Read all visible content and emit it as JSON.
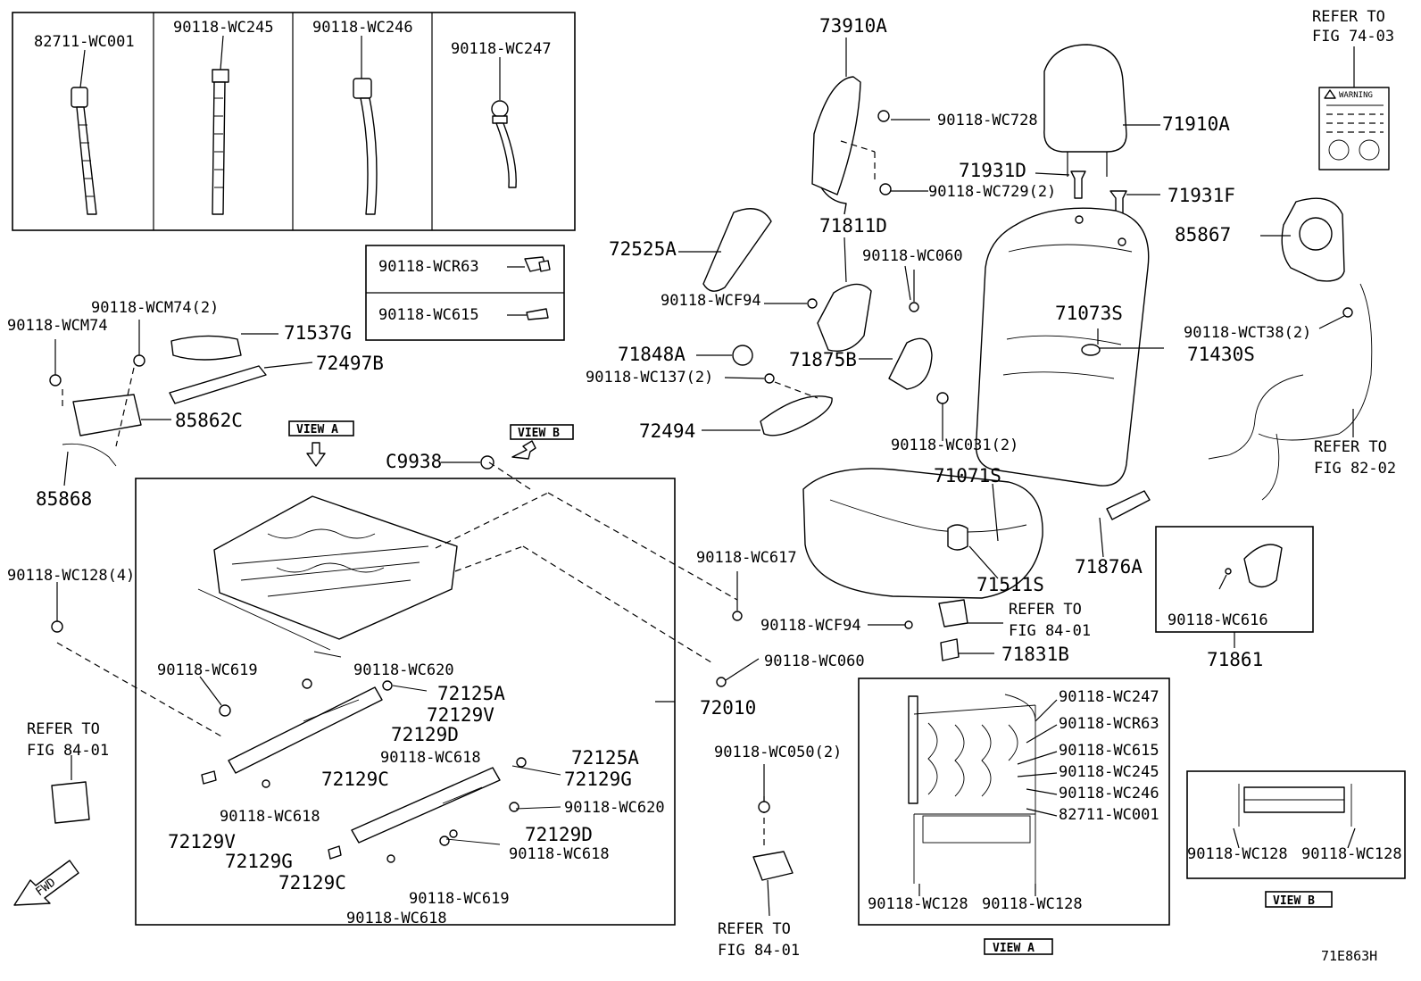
{
  "diagram_code": "71E863H",
  "view_tags": {
    "view_a": "VIEW A",
    "view_b": "VIEW B",
    "view_a_box": "VIEW A",
    "view_b_box": "VIEW B"
  },
  "fwd": "FWD",
  "tie_box": {
    "p1": "82711-WC001",
    "p2": "90118-WC245",
    "p3": "90118-WC246",
    "p4": "90118-WC247"
  },
  "clip_box": {
    "c1": "90118-WCR63",
    "c2": "90118-WC615"
  },
  "refs": {
    "fig7403_l1": "REFER TO",
    "fig7403_l2": "FIG 74-03",
    "fig8202_l1": "REFER TO",
    "fig8202_l2": "FIG 82-02",
    "fig8401a_l1": "REFER TO",
    "fig8401a_l2": "FIG 84-01",
    "fig8401b_l1": "REFER TO",
    "fig8401b_l2": "FIG 84-01",
    "fig8401c_l1": "REFER TO",
    "fig8401c_l2": "FIG 84-01"
  },
  "labels": {
    "l73910A": "73910A",
    "l90118WC728": "90118-WC728",
    "l71910A": "71910A",
    "l71931D": "71931D",
    "l90118WC729": "90118-WC729(2)",
    "l71931F": "71931F",
    "l71811D": "71811D",
    "l72525A": "72525A",
    "l90118WC060a": "90118-WC060",
    "l90118WCF94a": "90118-WCF94",
    "l85867": "85867",
    "l71073S": "71073S",
    "l71848A": "71848A",
    "l71875B": "71875B",
    "l71430S": "71430S",
    "l90118WC137": "90118-WC137(2)",
    "l90118WCT38": "90118-WCT38(2)",
    "l72494": "72494",
    "l90118WC031": "90118-WC031(2)",
    "lC9938": "C9938",
    "l71071S": "71071S",
    "l90118WC617": "90118-WC617",
    "l71876A": "71876A",
    "l71511S": "71511S",
    "l90118WCF94b": "90118-WCF94",
    "l71831B": "71831B",
    "l90118WC060b": "90118-WC060",
    "l72010": "72010",
    "l90118WC616": "90118-WC616",
    "l71861": "71861",
    "l90118WCM74": "90118-WCM74",
    "l90118WCM74x2": "90118-WCM74(2)",
    "l71537G": "71537G",
    "l72497B": "72497B",
    "l85862C": "85862C",
    "l85868": "85868",
    "l90118WC128x4": "90118-WC128(4)",
    "l90118WC619a": "90118-WC619",
    "l90118WC620a": "90118-WC620",
    "l72125Aa": "72125A",
    "l72129Va": "72129V",
    "l72129Da": "72129D",
    "l90118WC618a": "90118-WC618",
    "l72129Ca": "72129C",
    "l90118WC618b": "90118-WC618",
    "l72129Vb": "72129V",
    "l72125Ab": "72125A",
    "l72129Ga": "72129G",
    "l90118WC620b": "90118-WC620",
    "l72129Db": "72129D",
    "l72129Gb": "72129G",
    "l90118WC618c": "90118-WC618",
    "l72129Cb": "72129C",
    "l90118WC619b": "90118-WC619",
    "l90118WC618d": "90118-WC618",
    "l90118WC050": "90118-WC050(2)"
  },
  "view_a_labels": {
    "a1": "90118-WC247",
    "a2": "90118-WCR63",
    "a3": "90118-WC615",
    "a4": "90118-WC245",
    "a5": "90118-WC246",
    "a6": "82711-WC001",
    "a7": "90118-WC128",
    "a8": "90118-WC128"
  },
  "view_b_labels": {
    "b1": "90118-WC128",
    "b2": "90118-WC128"
  },
  "warning_label": "WARNING",
  "icons": [
    "warning-triangle-icon",
    "fwd-arrow-icon",
    "view-arrow-icon"
  ]
}
